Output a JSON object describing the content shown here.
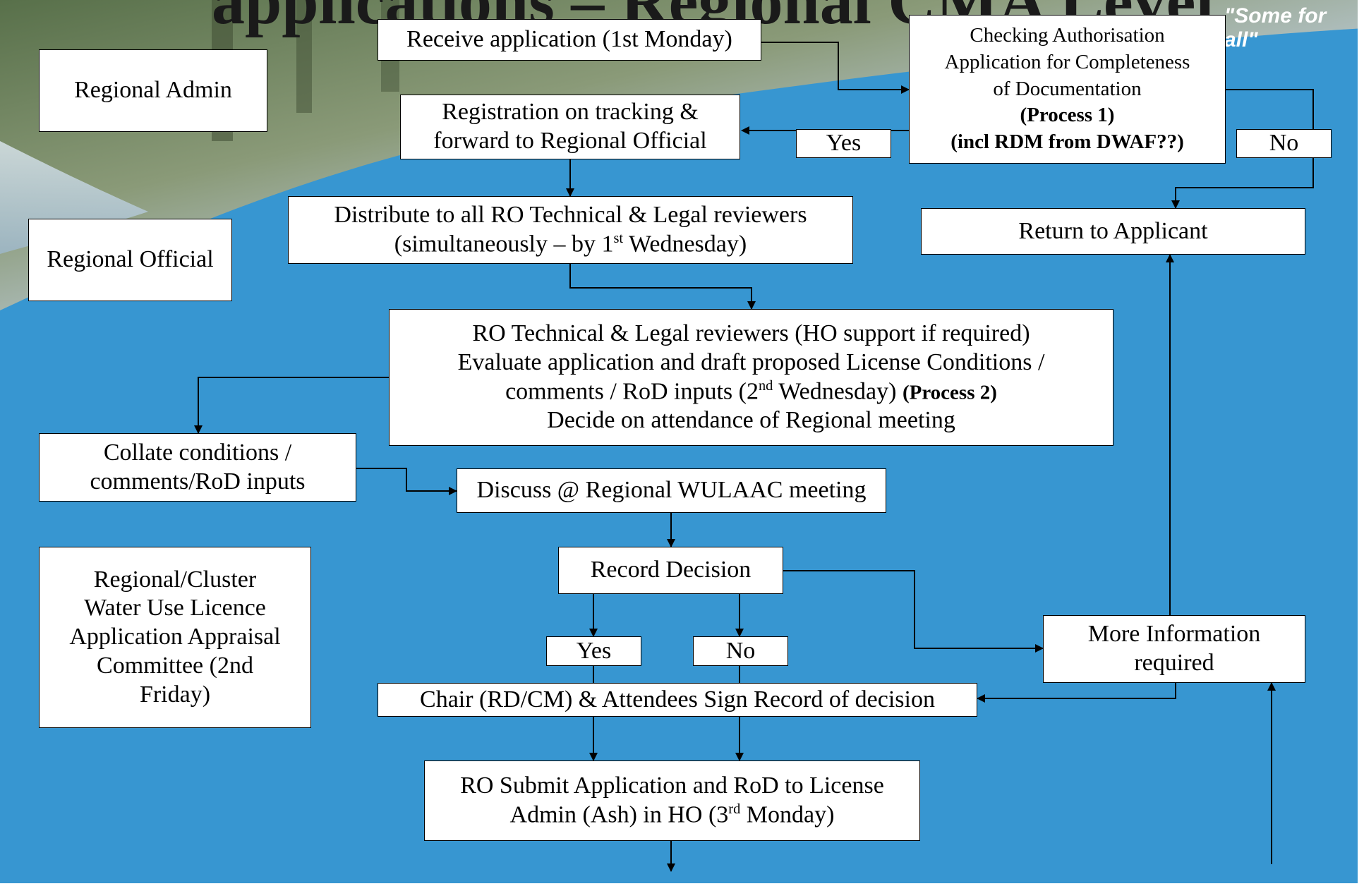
{
  "header": {
    "title_fragment": "applications – Regional CMA Level",
    "slogan": "\"Some for all\""
  },
  "lanes": {
    "regional_admin": "Regional Admin",
    "regional_official": "Regional Official",
    "committee": [
      "Regional/Cluster",
      "Water Use Licence",
      "Application Appraisal",
      "Committee (2nd",
      "Friday)"
    ]
  },
  "steps": {
    "receive": "Receive application (1st Monday)",
    "checking": {
      "line1": "Checking Authorisation",
      "line2": "Application for Completeness",
      "line3": "of Documentation",
      "line4": "(Process 1)",
      "line5": "(incl RDM from DWAF??)"
    },
    "registration": {
      "line1": "Registration on tracking &",
      "line2": "forward to Regional Official"
    },
    "yes_top": "Yes",
    "no_top": "No",
    "return": "Return to Applicant",
    "distribute": {
      "line1": "Distribute to all RO Technical & Legal reviewers",
      "line2_pre": "(simultaneously – by 1",
      "line2_sup": "st",
      "line2_post": " Wednesday)"
    },
    "review": {
      "line1": "RO Technical & Legal reviewers (HO support if required)",
      "line2": "Evaluate application and draft proposed License Conditions /",
      "line3_pre": "comments / RoD inputs (2",
      "line3_sup": "nd",
      "line3_post": " Wednesday) ",
      "line3_bold": "(Process 2)",
      "line4": "Decide on attendance of Regional meeting"
    },
    "collate": {
      "line1": "Collate conditions /",
      "line2": "comments/RoD inputs"
    },
    "discuss": "Discuss @ Regional WULAAC meeting",
    "record": "Record Decision",
    "yes_mid": "Yes",
    "no_mid": "No",
    "more_info": {
      "line1": "More Information",
      "line2": "required"
    },
    "sign": "Chair (RD/CM) & Attendees Sign Record of decision",
    "submit": {
      "line1": "RO Submit Application and RoD to License",
      "line2_pre": "Admin (Ash) in HO (3",
      "line2_sup": "rd",
      "line2_post": " Monday)"
    }
  },
  "colors": {
    "background_blue": "#3796d1",
    "box_fill": "#ffffff",
    "line": "#000000"
  }
}
